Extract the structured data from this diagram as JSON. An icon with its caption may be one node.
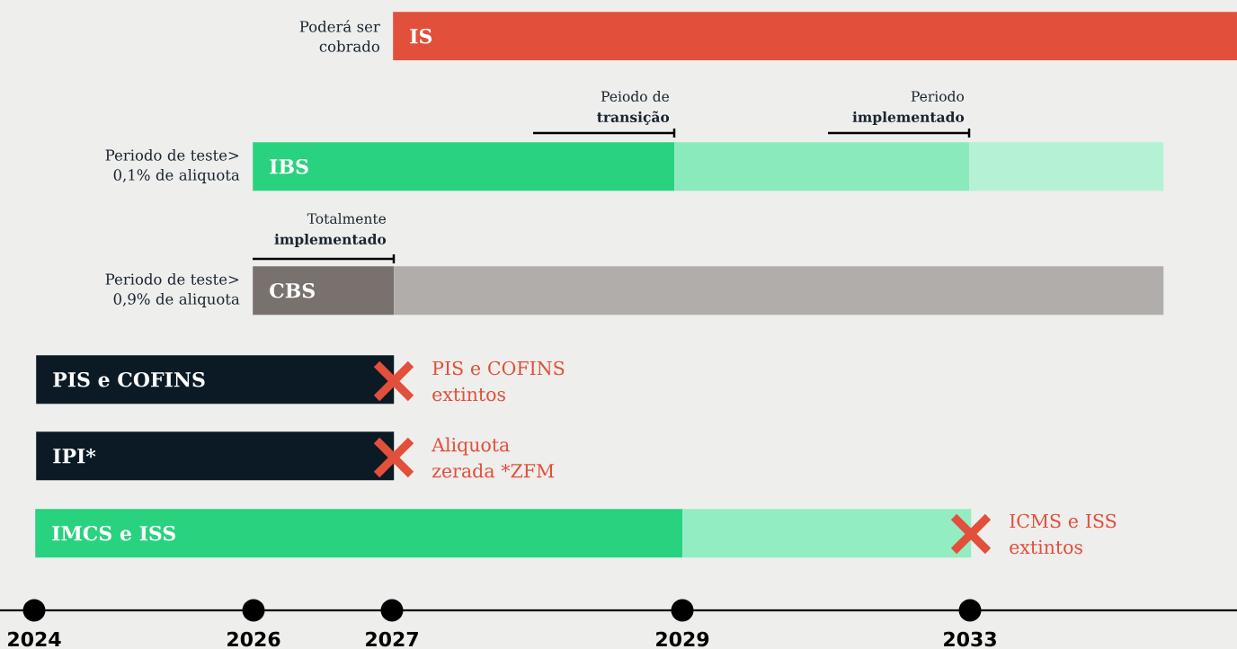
{
  "diagram": {
    "nodes": [
      {
        "text": [
          "IS"
        ],
        "beside": [
          "Poderá ser cobrado"
        ]
      },
      {
        "text": [
          "IBS"
        ],
        "beside": [
          "Periodo de teste> 0,1% de aliquota"
        ]
      },
      {
        "text": [],
        "shape": "bar"
      },
      {
        "text": [],
        "shape": "bar"
      },
      {
        "text": [
          "CBS"
        ],
        "beside": [
          "Periodo de teste> 0,9% de aliquota"
        ]
      },
      {
        "text": [],
        "shape": "bar"
      },
      {
        "text": [
          "PIS e COFINS"
        ],
        "beside": [
          "PIS e COFINS extintos"
        ]
      },
      {
        "text": [
          "IPI*"
        ],
        "beside": [
          "Aliquota zerada *ZFM"
        ]
      },
      {
        "text": [
          "IMCS e ISS"
        ]
      },
      {
        "text": [],
        "shape": "bar",
        "beside": [
          "ICMS e ISS extintos"
        ]
      }
    ],
    "labels": [
      "Peiodo de **transição**",
      "Periodo **implementado**",
      "Totalmente **implementado**",
      "2024",
      "2026",
      "2027",
      "2029",
      "2033"
    ]
  }
}
